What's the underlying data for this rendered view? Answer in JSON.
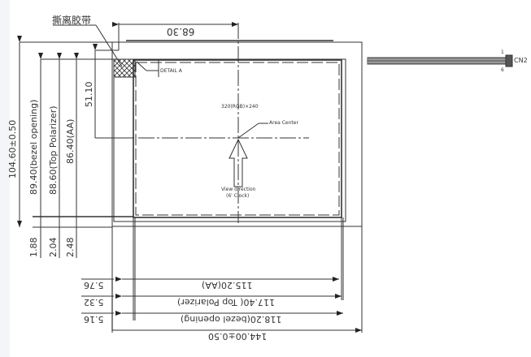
{
  "drawing": {
    "peel_tape_label": "撕离胶带",
    "detail_label": "DETAIL A",
    "resolution_label": "320(RGB)×240",
    "area_center_label": "Area Center",
    "view_direction_label": "View direction",
    "view_direction_sub": "(6' Clock)",
    "connector_label": "CN2",
    "connector_pin_1": "1",
    "connector_pin_6": "6"
  },
  "dimensions": {
    "top": {
      "center_offset": "68.30"
    },
    "vertical": {
      "overall": "104.60±0.50",
      "bezel_opening": "89.40(bezel opening)",
      "top_polarizer": "88.60(Top Polarizer)",
      "active_area": "86.40(AA)",
      "center_offset": "51.10",
      "margin_1": "1.88",
      "margin_2": "2.04",
      "margin_3": "2.48"
    },
    "horizontal": {
      "active_area": "115.20(AA)",
      "top_polarizer": "117.40( Top Polarizer)",
      "bezel_opening": "118.20(bezel opening)",
      "overall": "144.00±0.50",
      "margin_1": "5.76",
      "margin_2": "5.32",
      "margin_3": "5.16"
    }
  }
}
